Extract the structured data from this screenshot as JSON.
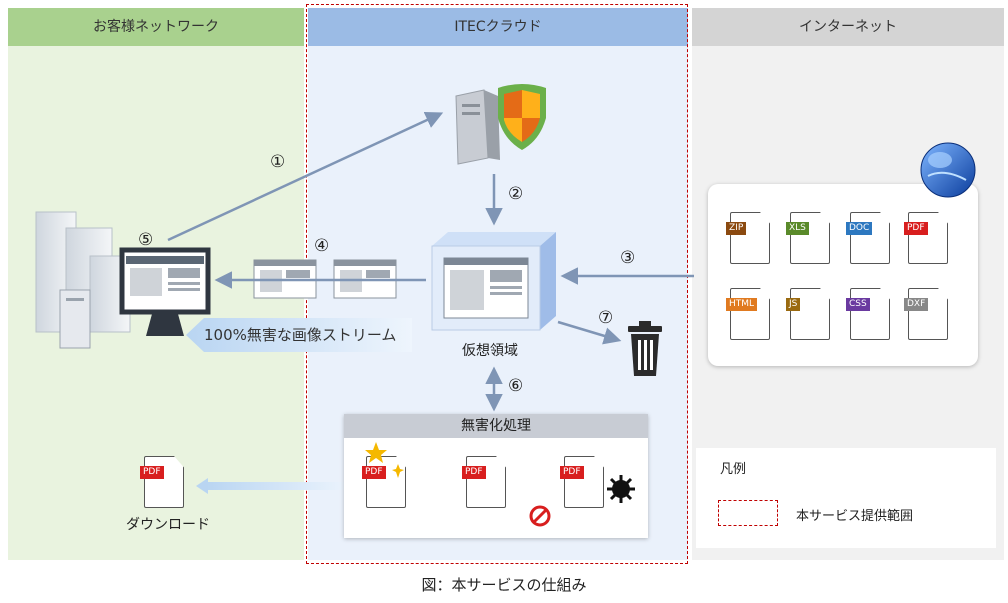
{
  "columns": {
    "customer": "お客様ネットワーク",
    "itec": "ITECクラウド",
    "internet": "インターネット"
  },
  "steps": [
    "①",
    "②",
    "③",
    "④",
    "⑤",
    "⑥",
    "⑦"
  ],
  "labels": {
    "stream": "100%無害な画像ストリーム",
    "virtual_area": "仮想領域",
    "mutize": "無害化処理",
    "download": "ダウンロード"
  },
  "internet_files": [
    {
      "label": "ZIP",
      "color": "#8b4a10"
    },
    {
      "label": "XLS",
      "color": "#5a8a2a"
    },
    {
      "label": "DOC",
      "color": "#2d78c0"
    },
    {
      "label": "PDF",
      "color": "#d81e1e"
    },
    {
      "label": "HTML",
      "color": "#e07a20"
    },
    {
      "label": "JS",
      "color": "#9a6a10"
    },
    {
      "label": "CSS",
      "color": "#6a3aa0"
    },
    {
      "label": "DXF",
      "color": "#888888"
    }
  ],
  "pdf_tag": "PDF",
  "legend": {
    "title": "凡例",
    "scope": "本サービス提供範囲"
  },
  "caption": "図：本サービスの仕組み"
}
